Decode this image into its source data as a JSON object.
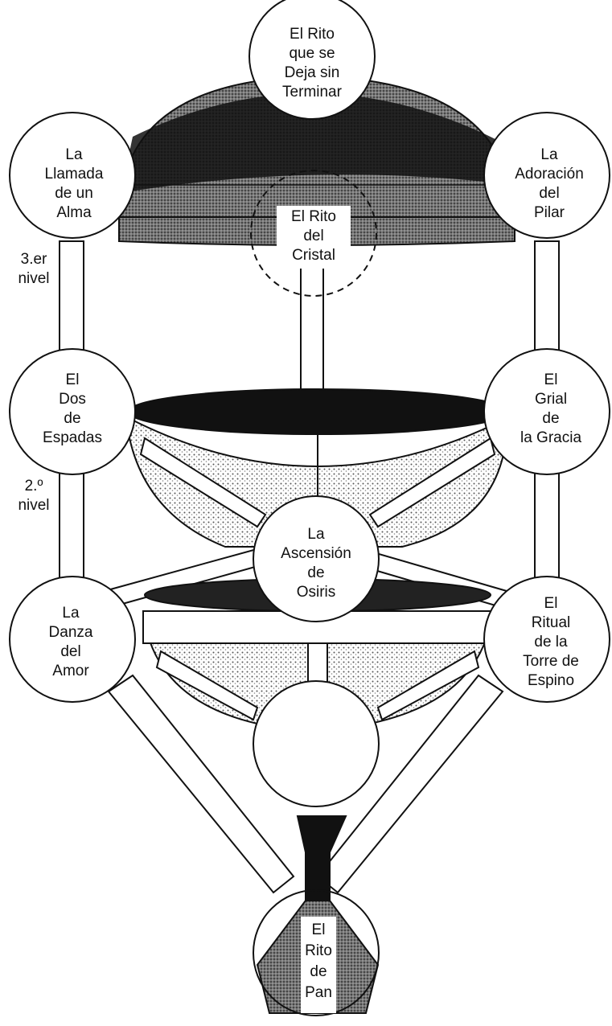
{
  "nodes": {
    "top": [
      "El Rito",
      "que se",
      "Deja sin",
      "Terminar"
    ],
    "upper_left": [
      "La",
      "Llamada",
      "de un",
      "Alma"
    ],
    "upper_right": [
      "La",
      "Adoración",
      "del",
      "Pilar"
    ],
    "crystal": [
      "El Rito",
      "del",
      "Cristal"
    ],
    "mid_left": [
      "El",
      "Dos",
      "de",
      "Espadas"
    ],
    "mid_right": [
      "El",
      "Grial",
      "de",
      "la Gracia"
    ],
    "center": [
      "La",
      "Ascensión",
      "de",
      "Osiris"
    ],
    "low_left": [
      "La",
      "Danza",
      "del",
      "Amor"
    ],
    "low_right": [
      "El",
      "Ritual",
      "de la",
      "Torre de",
      "Espino"
    ],
    "bottom": [
      "El",
      "Rito",
      "de",
      "Pan"
    ]
  },
  "levels": {
    "third": [
      "3.er",
      "nivel"
    ],
    "second": [
      "2.º",
      "nivel"
    ]
  }
}
